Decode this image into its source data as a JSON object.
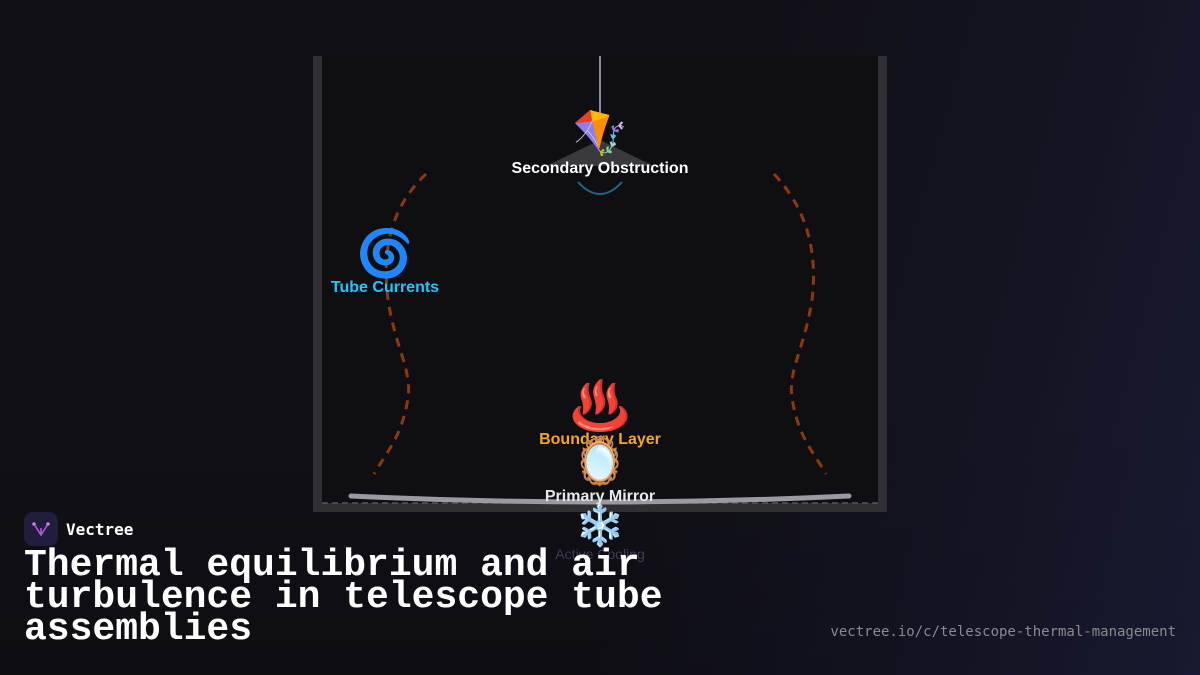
{
  "brand": {
    "name": "Vectree"
  },
  "title": "Thermal equilibrium and air turbulence in telescope tube assemblies",
  "url": "vectree.io/c/telescope-thermal-management",
  "diagram": {
    "secondary": {
      "label": "Secondary Obstruction",
      "icon": "kite",
      "glyph": "🪁"
    },
    "tube_currents": {
      "label": "Tube Currents",
      "icon": "cyclone",
      "glyph": "🌀",
      "color": "#1ec8ff"
    },
    "boundary_layer": {
      "label": "Boundary Layer",
      "icon": "hot-springs",
      "glyph": "♨️",
      "color": "#f5a623"
    },
    "primary_mirror": {
      "label": "Primary Mirror",
      "icon": "mirror",
      "glyph": "🪞"
    },
    "active_cooling": {
      "label": "Active Cooling",
      "icon": "snowflake",
      "glyph": "❄️",
      "color": "#3b3c5a"
    },
    "colors": {
      "tube_wall": "#2f2f34",
      "convection": "#8a3a12",
      "accent_cyan": "#1a6a8a"
    }
  }
}
